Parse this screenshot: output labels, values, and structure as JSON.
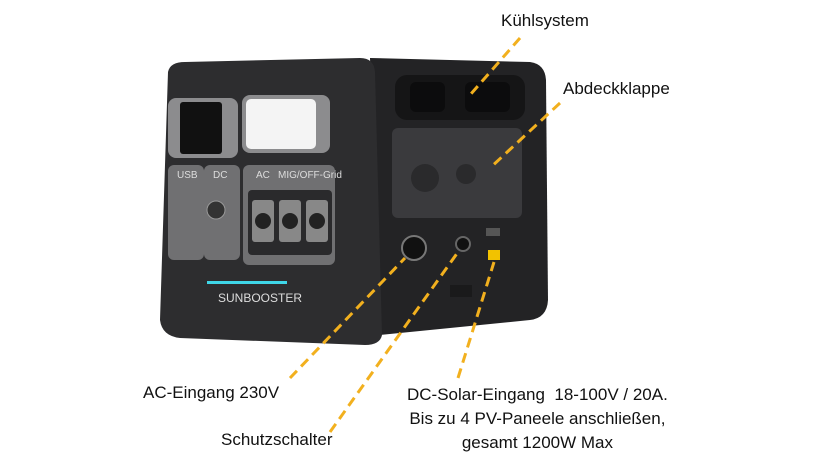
{
  "callouts": {
    "cooling": "Kühlsystem",
    "cover": "Abdeckklappe",
    "ac_input": "AC-Eingang 230V",
    "breaker": "Schutzschalter",
    "dc_solar_line1": "DC-Solar-Eingang  18-100V / 20A.",
    "dc_solar_line2": "Bis zu 4 PV-Paneele anschließen,",
    "dc_solar_line3": "gesamt 1200W Max"
  },
  "device": {
    "brand": "SUNBOOSTER",
    "usb": "USB",
    "dc": "DC",
    "ac": "AC",
    "mig": "MIG/OFF-Grid"
  },
  "colors": {
    "accent": "#f2b01e",
    "led": "#3fd6e8",
    "body": "#2b2b2d"
  }
}
